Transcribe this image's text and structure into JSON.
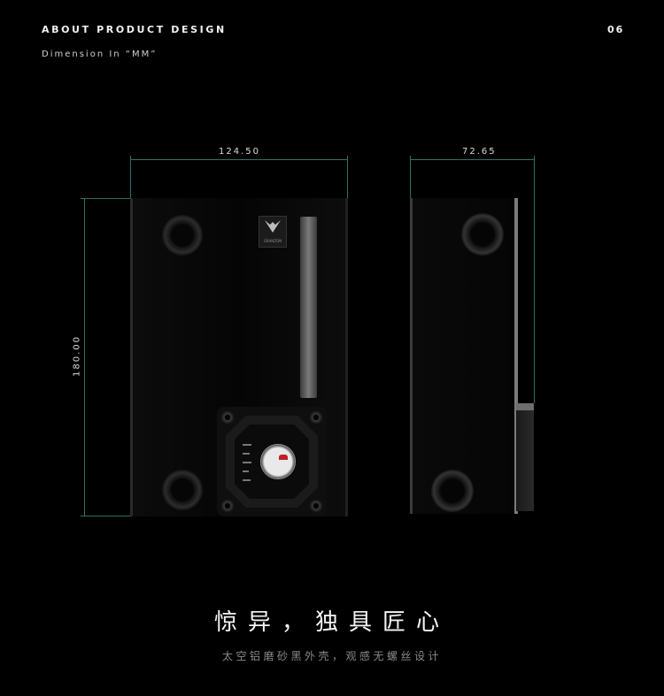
{
  "header": {
    "title": "ABOUT PRODUCT DESIGN",
    "subtitle": "Dimension In “MM”",
    "page_number": "06"
  },
  "dimensions": {
    "front_width": "124.50",
    "side_width": "72.65",
    "height": "180.00"
  },
  "product": {
    "logo_text": "GRANZON"
  },
  "tagline": {
    "title": "惊异，独具匠心",
    "subtitle": "太空铝磨砂黑外壳，观感无螺丝设计"
  },
  "colors": {
    "background": "#000000",
    "dimension_line": "#2f6f6a",
    "accent_red": "#c0202a"
  }
}
